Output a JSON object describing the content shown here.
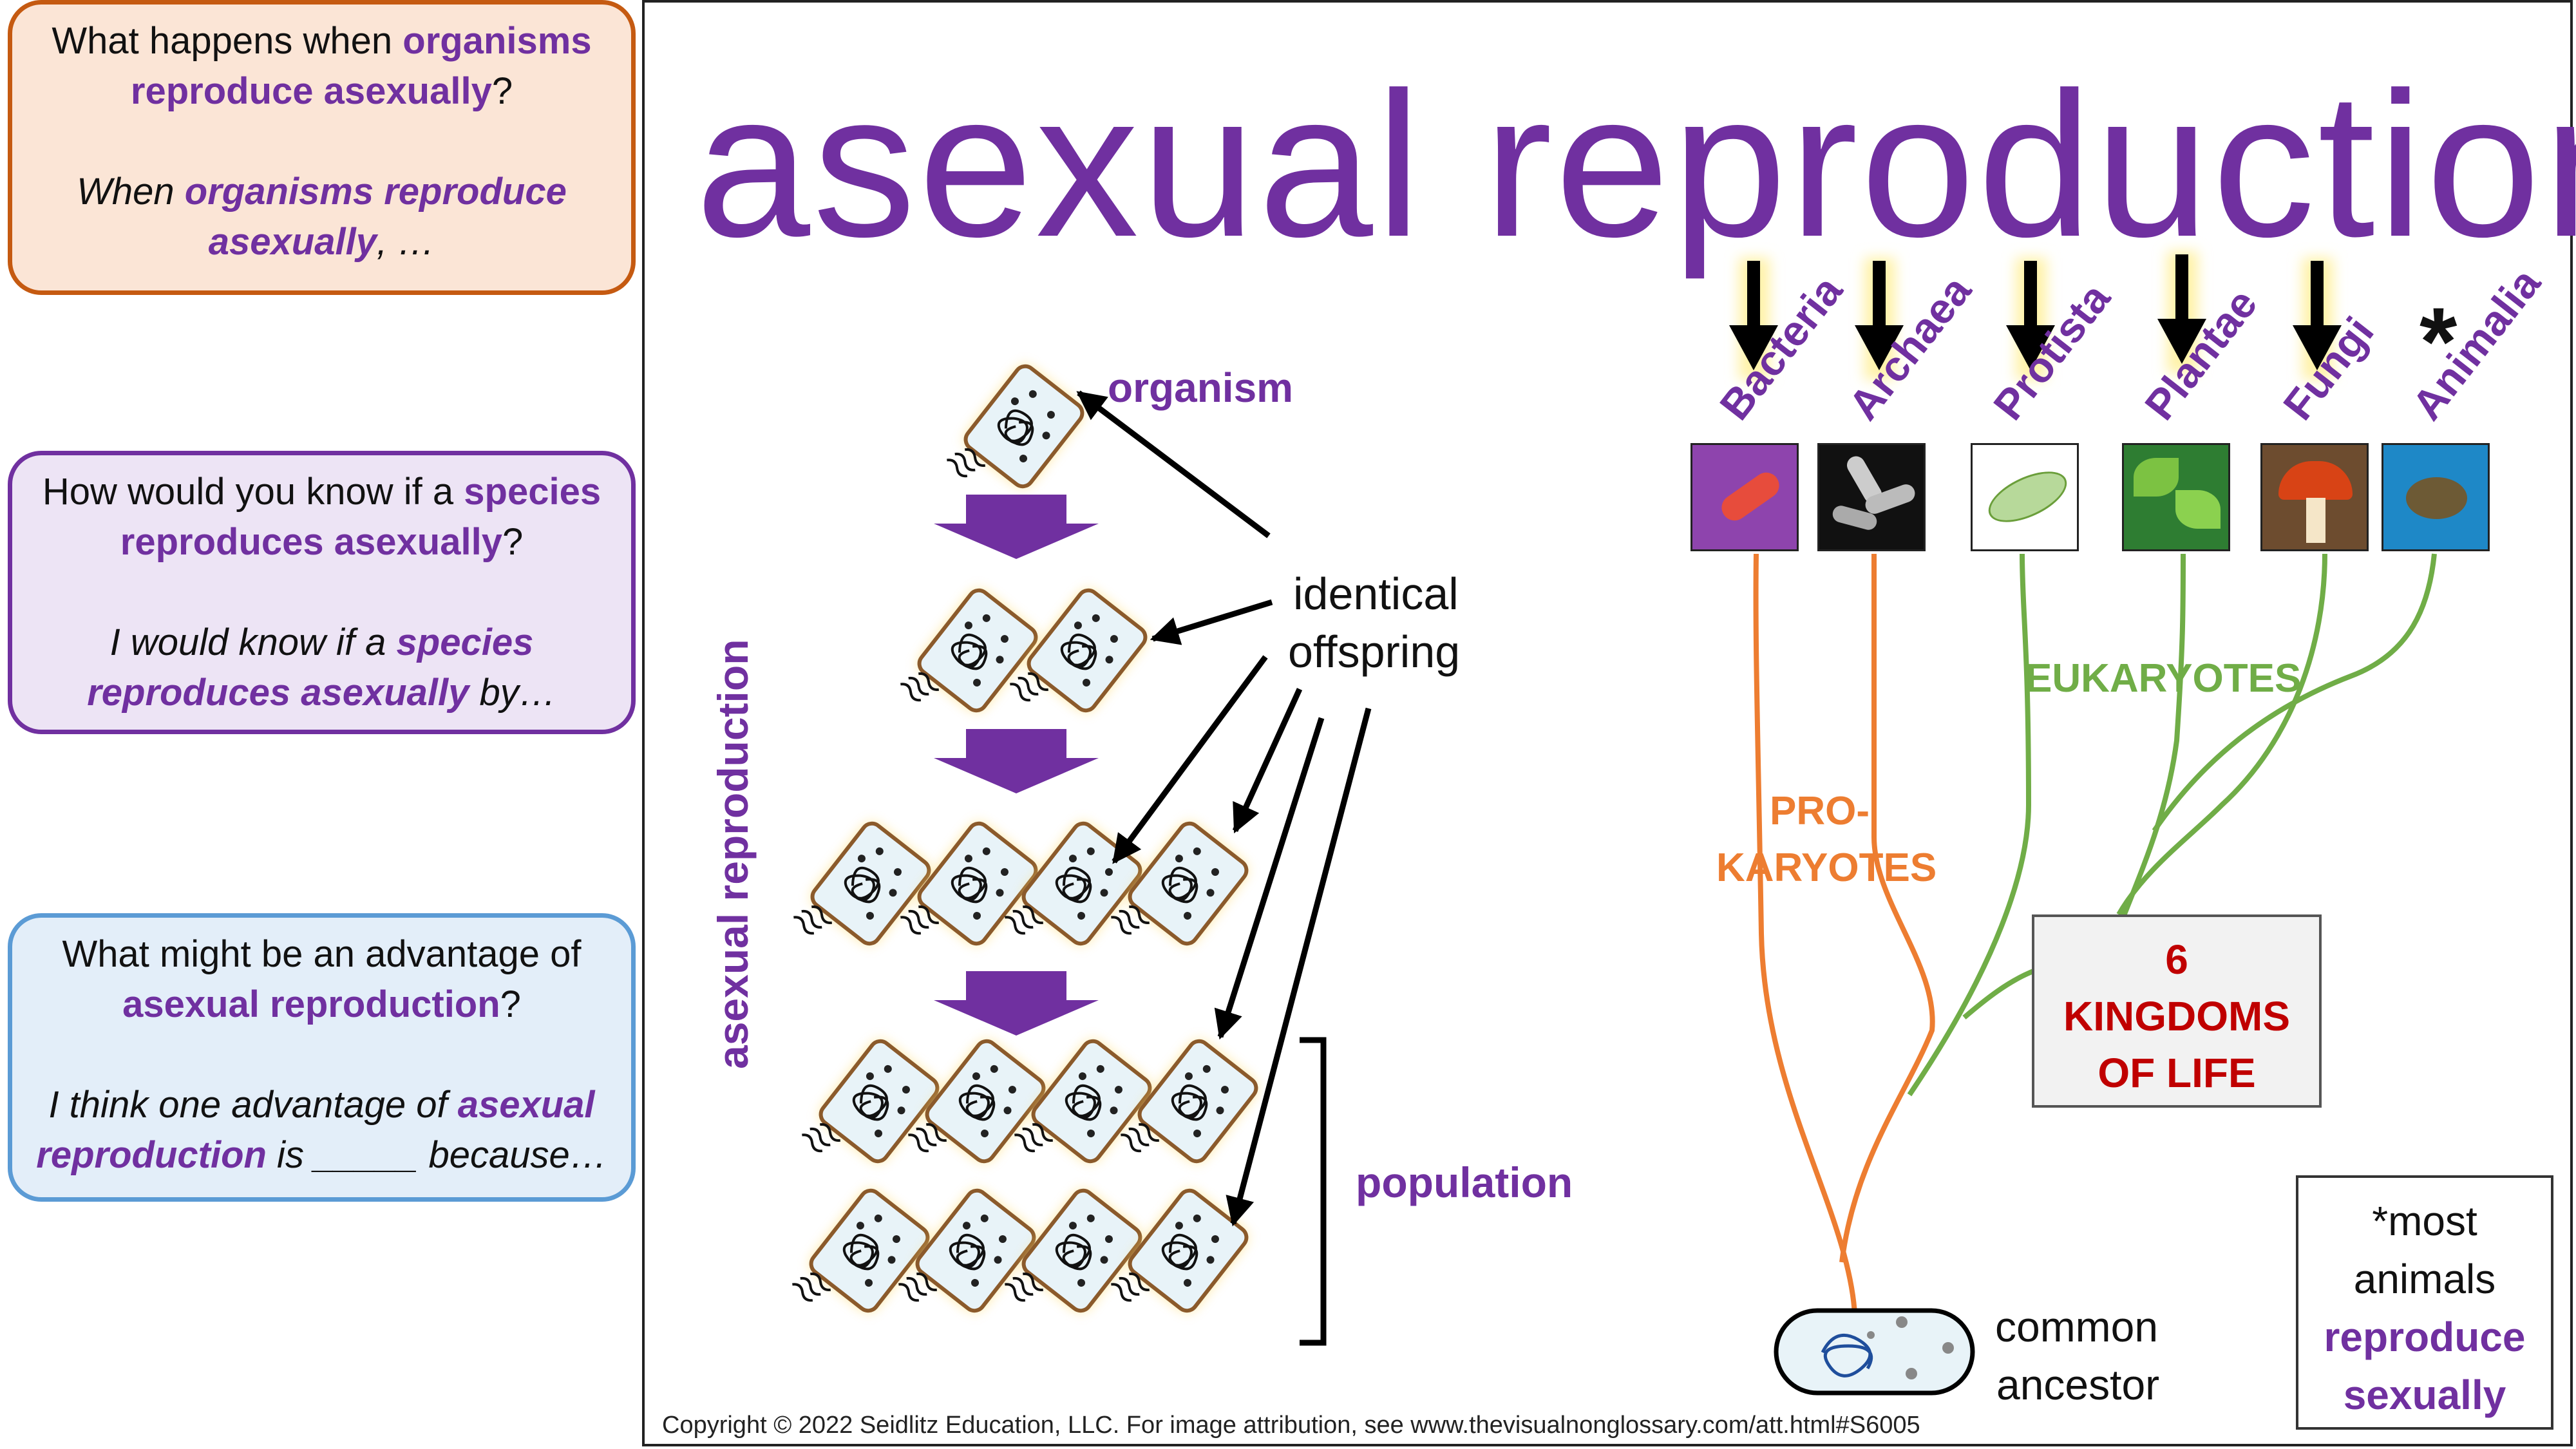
{
  "sidebar": {
    "card1": {
      "q_pre": "What happens when ",
      "q_hl": "organisms reproduce asexually",
      "q_post": "?",
      "a_pre": "When ",
      "a_hl": "organisms reproduce asexually",
      "a_post": ", …"
    },
    "card2": {
      "q_pre": "How would you know if a ",
      "q_hl": "species reproduces asexually",
      "q_post": "?",
      "a_pre": "I would know if a ",
      "a_hl": "species reproduces asexually",
      "a_post": " by…"
    },
    "card3": {
      "q_pre": "What might be an advantage of ",
      "q_hl": "asexual reproduction",
      "q_post": "?",
      "a_pre": "I think one advantage of ",
      "a_hl": "asexual reproduction",
      "a_post": " is _____ because…"
    }
  },
  "title": "asexual reproduction",
  "diagram": {
    "vertical_label": "asexual reproduction",
    "organism_label": "organism",
    "offspring_label_1": "identical",
    "offspring_label_2": "offspring",
    "population_label": "population",
    "generations": [
      1,
      2,
      4,
      8
    ]
  },
  "tree": {
    "kingdoms": [
      "Bacteria",
      "Archaea",
      "Protista",
      "Plantae",
      "Fungi",
      "Animalia"
    ],
    "asterisk": "*",
    "prokaryotes_1": "PRO-",
    "prokaryotes_2": "KARYOTES",
    "eukaryotes": "EUKARYOTES",
    "kingdoms_box": [
      "6",
      "KINGDOMS",
      "OF LIFE"
    ],
    "ancestor_1": "common",
    "ancestor_2": "ancestor",
    "colors": {
      "prokaryote": "#ed7d31",
      "eukaryote": "#70ad47",
      "accent": "#7030a0",
      "box_text": "#c00000"
    }
  },
  "note": {
    "line1": "*most",
    "line2": "animals",
    "line3": "reproduce",
    "line4": "sexually"
  },
  "copyright": "Copyright © 2022 Seidlitz Education, LLC.  For image attribution, see www.thevisualnonglossary.com/att.html#S6005"
}
